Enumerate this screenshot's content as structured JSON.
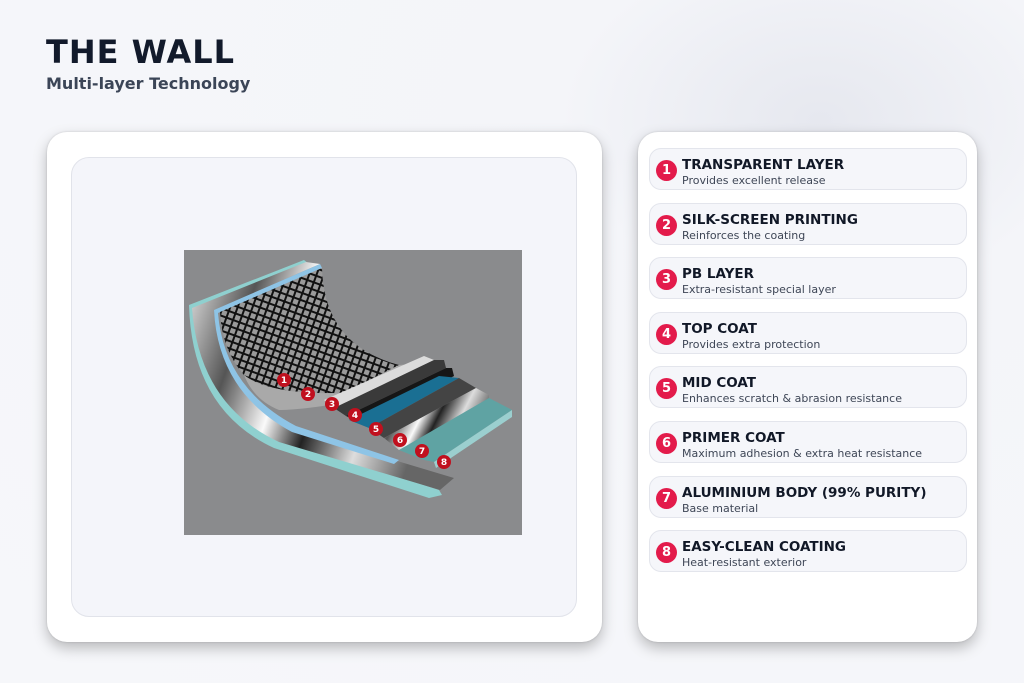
{
  "header": {
    "title": "THE WALL",
    "subtitle": "Multi-layer Technology"
  },
  "illustration": {
    "markers": [
      "1",
      "2",
      "3",
      "4",
      "5",
      "6",
      "7",
      "8"
    ]
  },
  "layers": [
    {
      "num": "1",
      "title": "TRANSPARENT LAYER",
      "desc": "Provides excellent release"
    },
    {
      "num": "2",
      "title": "SILK-SCREEN PRINTING",
      "desc": "Reinforces the coating"
    },
    {
      "num": "3",
      "title": "PB LAYER",
      "desc": "Extra-resistant special layer"
    },
    {
      "num": "4",
      "title": "TOP COAT",
      "desc": "Provides extra protection"
    },
    {
      "num": "5",
      "title": "MID COAT",
      "desc": "Enhances scratch & abrasion resistance"
    },
    {
      "num": "6",
      "title": "PRIMER COAT",
      "desc": "Maximum adhesion & extra heat resistance"
    },
    {
      "num": "7",
      "title": "ALUMINIUM BODY (99% PURITY)",
      "desc": "Base material"
    },
    {
      "num": "8",
      "title": "EASY-CLEAN COATING",
      "desc": "Heat-resistant exterior"
    }
  ],
  "colors": {
    "accent": "#e31b4b",
    "teal": "#5fa3a3",
    "blue": "#1a6f93"
  }
}
